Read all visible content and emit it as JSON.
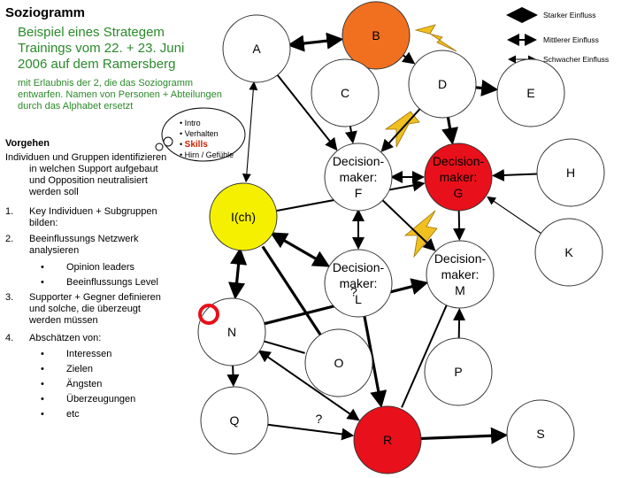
{
  "title": "Soziogramm",
  "subtitle_lines": [
    "Beispiel eines Strategem",
    "Trainings vom 22. + 23. Juni",
    "2006 auf dem Ramersberg"
  ],
  "note_lines": [
    "mit Erlaubnis der 2, die das Soziogramm",
    "entwarfen. Namen von Personen + Abteilungen",
    "durch das Alphabet ersetzt"
  ],
  "legend": {
    "starker": "Starker Einfluss",
    "mittlerer": "Mittlerer Einfluss",
    "schwacher": "Schwacher Einfluss"
  },
  "thought_bubble": {
    "items": [
      "Intro",
      "Verhalten",
      "Skills",
      "Hirn / Gefühle"
    ],
    "highlight_color": "#cc2200"
  },
  "procedure": {
    "heading": "Vorgehen",
    "intro_lines": [
      "Individuen und Gruppen identifizieren",
      "in welchen Support aufgebaut",
      "und Opposition neutralisiert",
      "werden soll"
    ],
    "steps": [
      {
        "num": "1.",
        "lines": [
          "Key Individuen  + Subgruppen",
          "bilden:"
        ],
        "bullets": []
      },
      {
        "num": "2.",
        "lines": [
          "Beeinflussungs Netzwerk",
          "analysieren"
        ],
        "bullets": [
          "Opinion leaders",
          "Beeinflussungs Level"
        ]
      },
      {
        "num": "3.",
        "lines": [
          "Supporter + Gegner definieren",
          "und solche, die überzeugt",
          "werden müssen"
        ],
        "bullets": []
      },
      {
        "num": "4.",
        "lines": [
          "Abschätzen von:"
        ],
        "bullets": [
          "Interessen",
          "Zielen",
          "Ängsten",
          "Überzeugungen",
          "etc"
        ]
      }
    ]
  },
  "colors": {
    "orange": "#f07020",
    "red": "#e8101a",
    "yellow": "#f5f000",
    "white": "#ffffff",
    "lightning": "#f0c020",
    "green_text": "#2a8a2a"
  },
  "nodes": [
    {
      "id": "A",
      "label_lines": [
        "A"
      ],
      "color": "white"
    },
    {
      "id": "B",
      "label_lines": [
        "B"
      ],
      "color": "orange"
    },
    {
      "id": "C",
      "label_lines": [
        "C"
      ],
      "color": "white"
    },
    {
      "id": "D",
      "label_lines": [
        "D"
      ],
      "color": "white"
    },
    {
      "id": "E",
      "label_lines": [
        "E"
      ],
      "color": "white"
    },
    {
      "id": "F",
      "label_lines": [
        "Decision-",
        "maker:",
        "F"
      ],
      "color": "white"
    },
    {
      "id": "G",
      "label_lines": [
        "Decision-",
        "maker:",
        "G"
      ],
      "color": "red"
    },
    {
      "id": "H",
      "label_lines": [
        "H"
      ],
      "color": "white"
    },
    {
      "id": "ICH",
      "label_lines": [
        "I(ch)"
      ],
      "color": "yellow"
    },
    {
      "id": "K",
      "label_lines": [
        "K"
      ],
      "color": "white"
    },
    {
      "id": "L",
      "label_lines": [
        "Decision-",
        "maker:",
        "L"
      ],
      "color": "white"
    },
    {
      "id": "M",
      "label_lines": [
        "Decision-",
        "maker:",
        "M"
      ],
      "color": "white"
    },
    {
      "id": "N",
      "label_lines": [
        "N"
      ],
      "color": "white"
    },
    {
      "id": "O",
      "label_lines": [
        "O"
      ],
      "color": "white"
    },
    {
      "id": "P",
      "label_lines": [
        "P"
      ],
      "color": "white"
    },
    {
      "id": "Q",
      "label_lines": [
        "Q"
      ],
      "color": "white"
    },
    {
      "id": "R",
      "label_lines": [
        "R"
      ],
      "color": "red"
    },
    {
      "id": "S",
      "label_lines": [
        "S"
      ],
      "color": "white"
    }
  ],
  "edges": [
    {
      "from": "A",
      "to": "B",
      "strength": "strong",
      "dir": "both"
    },
    {
      "from": "A",
      "to": "F",
      "strength": "medium",
      "dir": "to"
    },
    {
      "from": "A",
      "to": "ICH",
      "strength": "weak",
      "dir": "both"
    },
    {
      "from": "B",
      "to": "C",
      "strength": "strong",
      "dir": "to"
    },
    {
      "from": "B",
      "to": "D",
      "strength": "medium",
      "dir": "to"
    },
    {
      "from": "D",
      "to": "E",
      "strength": "strong",
      "dir": "to"
    },
    {
      "from": "C",
      "to": "F",
      "strength": "medium",
      "dir": "to"
    },
    {
      "from": "D",
      "to": "G",
      "strength": "strong",
      "dir": "to"
    },
    {
      "from": "D",
      "to": "F",
      "strength": "medium",
      "dir": "to"
    },
    {
      "from": "F",
      "to": "G",
      "strength": "medium",
      "dir": "both"
    },
    {
      "from": "H",
      "to": "G",
      "strength": "medium",
      "dir": "to"
    },
    {
      "from": "K",
      "to": "G",
      "strength": "weak",
      "dir": "to"
    },
    {
      "from": "F",
      "to": "L",
      "strength": "medium",
      "dir": "both"
    },
    {
      "from": "F",
      "to": "M",
      "strength": "medium",
      "dir": "to"
    },
    {
      "from": "G",
      "to": "M",
      "strength": "medium",
      "dir": "to"
    },
    {
      "from": "ICH",
      "to": "L",
      "strength": "strong",
      "dir": "both"
    },
    {
      "from": "ICH",
      "to": "N",
      "strength": "strong",
      "dir": "both"
    },
    {
      "from": "ICH",
      "to": "G",
      "strength": "medium",
      "dir": "to"
    },
    {
      "from": "L",
      "to": "R",
      "strength": "strong",
      "dir": "to"
    },
    {
      "from": "N",
      "to": "M",
      "strength": "strong",
      "dir": "to",
      "label": "?"
    },
    {
      "from": "N",
      "to": "R",
      "strength": "medium",
      "dir": "both"
    },
    {
      "from": "N",
      "to": "O",
      "strength": "medium",
      "dir": "none"
    },
    {
      "from": "O",
      "to": "ICH",
      "strength": "strong",
      "dir": "none"
    },
    {
      "from": "Q",
      "to": "R",
      "strength": "medium",
      "dir": "to",
      "label": "?"
    },
    {
      "from": "M",
      "to": "R",
      "strength": "medium",
      "dir": "none"
    },
    {
      "from": "P",
      "to": "M",
      "strength": "medium",
      "dir": "to"
    },
    {
      "from": "N",
      "to": "Q",
      "strength": "medium",
      "dir": "to"
    },
    {
      "from": "R",
      "to": "S",
      "strength": "strong",
      "dir": "to"
    }
  ]
}
